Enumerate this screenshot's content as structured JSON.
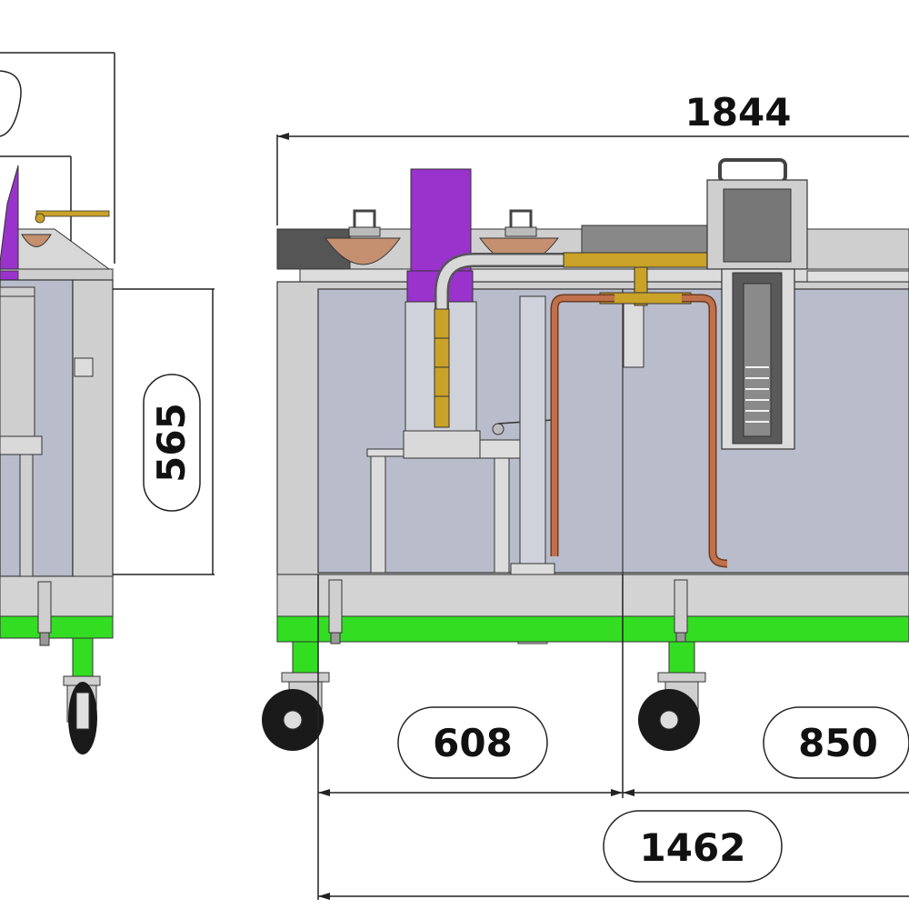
{
  "dimensions": {
    "overall_length": "1844",
    "tank_height": "565",
    "left_section": "608",
    "right_section": "850",
    "wheelbase": "1462"
  },
  "colors": {
    "frame_green": "#33dd22",
    "lid_purple": "#9933cc",
    "tank_fill": "#b8bccb",
    "copper_pipe": "#c0704a",
    "brass_pipe": "#c9a227",
    "steel": "#c8c8c8",
    "dim_line": "#222222"
  },
  "icons": [
    "caster-wheel-icon",
    "handle-icon",
    "valve-icon"
  ]
}
